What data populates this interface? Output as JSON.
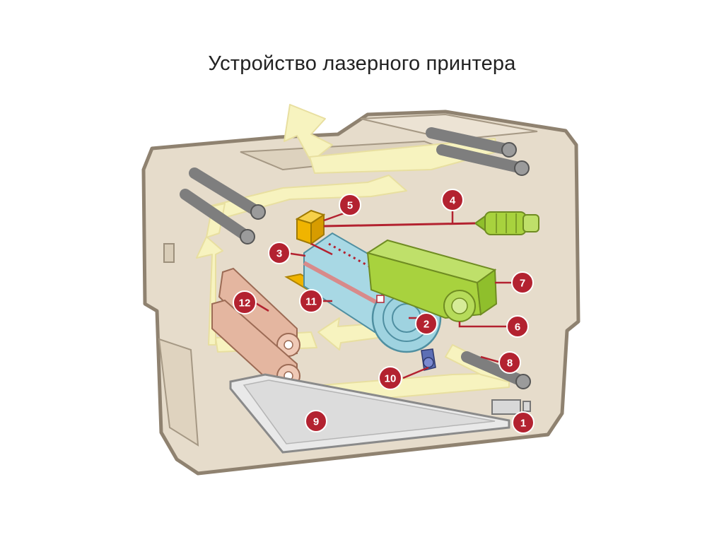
{
  "title": "Устройство лазерного принтера",
  "colors": {
    "body": "#e6dccb",
    "body_outline": "#8f8270",
    "paper_path": "#f7f3bf",
    "drum": "#a8d8e4",
    "toner_cartridge": "#a8d23e",
    "fuser_rollers": "#e4b6a0",
    "badge": "#b32230",
    "leader_line": "#b32230"
  },
  "labels": [
    {
      "id": "1",
      "text": "1"
    },
    {
      "id": "2",
      "text": "2"
    },
    {
      "id": "3",
      "text": "3"
    },
    {
      "id": "4",
      "text": "4"
    },
    {
      "id": "5",
      "text": "5"
    },
    {
      "id": "6",
      "text": "6"
    },
    {
      "id": "7",
      "text": "7"
    },
    {
      "id": "8",
      "text": "8"
    },
    {
      "id": "9",
      "text": "9"
    },
    {
      "id": "10",
      "text": "10"
    },
    {
      "id": "11",
      "text": "11"
    },
    {
      "id": "12",
      "text": "12"
    }
  ]
}
